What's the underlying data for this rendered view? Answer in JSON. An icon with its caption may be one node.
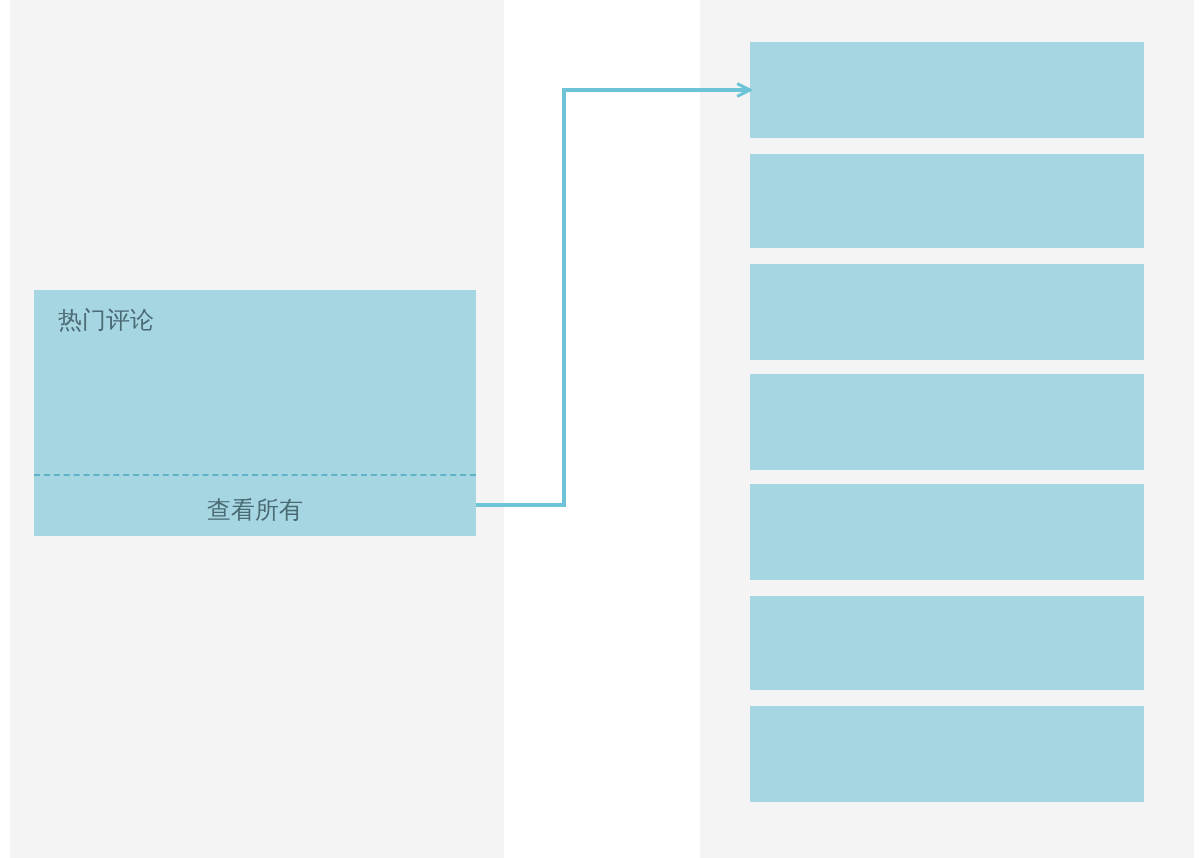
{
  "diagram": {
    "nodes": [
      {
        "text": [],
        "shape": "box"
      },
      {
        "text": [
          "热门评论"
        ],
        "in": 0
      },
      {
        "text": [
          "查看所有"
        ],
        "in": 1
      },
      {
        "text": [],
        "shape": "box"
      },
      {
        "text": [],
        "shape": "box",
        "in": 3
      },
      {
        "text": [],
        "shape": "box",
        "in": 3
      },
      {
        "text": [],
        "shape": "box",
        "in": 3
      },
      {
        "text": [],
        "shape": "box",
        "in": 3
      },
      {
        "text": [],
        "shape": "box",
        "in": 3
      },
      {
        "text": [],
        "shape": "box",
        "in": 3
      },
      {
        "text": [],
        "shape": "box",
        "in": 3
      }
    ],
    "edges": [
      {
        "from": 2,
        "to": 4,
        "arrow": "to"
      }
    ]
  }
}
